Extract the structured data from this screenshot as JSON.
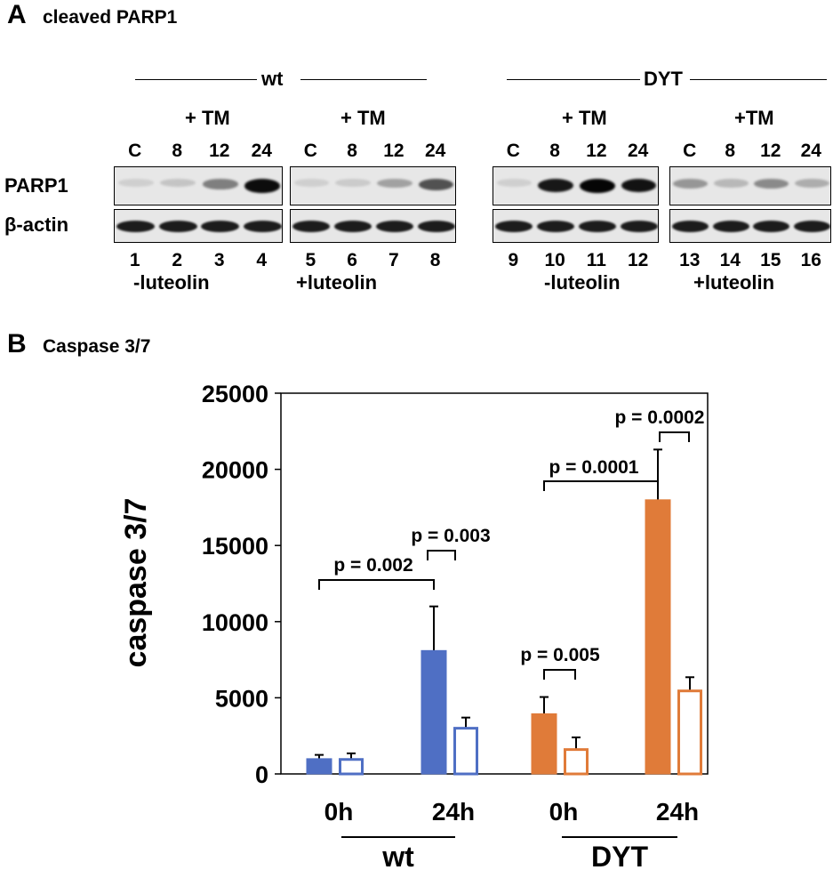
{
  "panel_a": {
    "letter": "A",
    "title": "cleaved PARP1",
    "groups": [
      "wt",
      "DYT"
    ],
    "treatment_label": "+ TM",
    "treatment_label_alt": "+TM",
    "row_labels": [
      "PARP1",
      "β-actin"
    ],
    "lane_conditions": [
      "C",
      "8",
      "12",
      "24"
    ],
    "lane_numbers": [
      "1",
      "2",
      "3",
      "4",
      "5",
      "6",
      "7",
      "8",
      "9",
      "10",
      "11",
      "12",
      "13",
      "14",
      "15",
      "16"
    ],
    "luteolin_labels": [
      "-luteolin",
      "+luteolin",
      "-luteolin",
      "+luteolin"
    ],
    "parp1_intensity": [
      0.1,
      0.15,
      0.45,
      0.95,
      0.1,
      0.12,
      0.3,
      0.65,
      0.1,
      0.9,
      0.98,
      0.92,
      0.35,
      0.2,
      0.4,
      0.25
    ]
  },
  "panel_b": {
    "letter": "B",
    "title": "Caspase 3/7"
  },
  "chart_data": {
    "type": "bar",
    "ylabel": "caspase 3/7",
    "ylim": [
      0,
      25000
    ],
    "yticks": [
      "0",
      "5000",
      "10000",
      "15000",
      "20000",
      "25000"
    ],
    "categories": [
      "0h",
      "24h",
      "0h",
      "24h"
    ],
    "group_labels": [
      "wt",
      "DYT"
    ],
    "bars": [
      {
        "value": 1000,
        "error": 250,
        "color": "#4f6fc4",
        "filled": true
      },
      {
        "value": 950,
        "error": 400,
        "color": "#4f6fc4",
        "filled": false
      },
      {
        "value": 8100,
        "error": 2900,
        "color": "#4f6fc4",
        "filled": true
      },
      {
        "value": 3000,
        "error": 700,
        "color": "#4f6fc4",
        "filled": false
      },
      {
        "value": 3950,
        "error": 1100,
        "color": "#e07b39",
        "filled": true
      },
      {
        "value": 1600,
        "error": 800,
        "color": "#e07b39",
        "filled": false
      },
      {
        "value": 18000,
        "error": 3300,
        "color": "#e07b39",
        "filled": true
      },
      {
        "value": 5450,
        "error": 900,
        "color": "#e07b39",
        "filled": false
      }
    ],
    "annotations": [
      "p = 0.002",
      "p = 0.003",
      "p = 0.005",
      "p = 0.0001",
      "p = 0.0002"
    ]
  }
}
